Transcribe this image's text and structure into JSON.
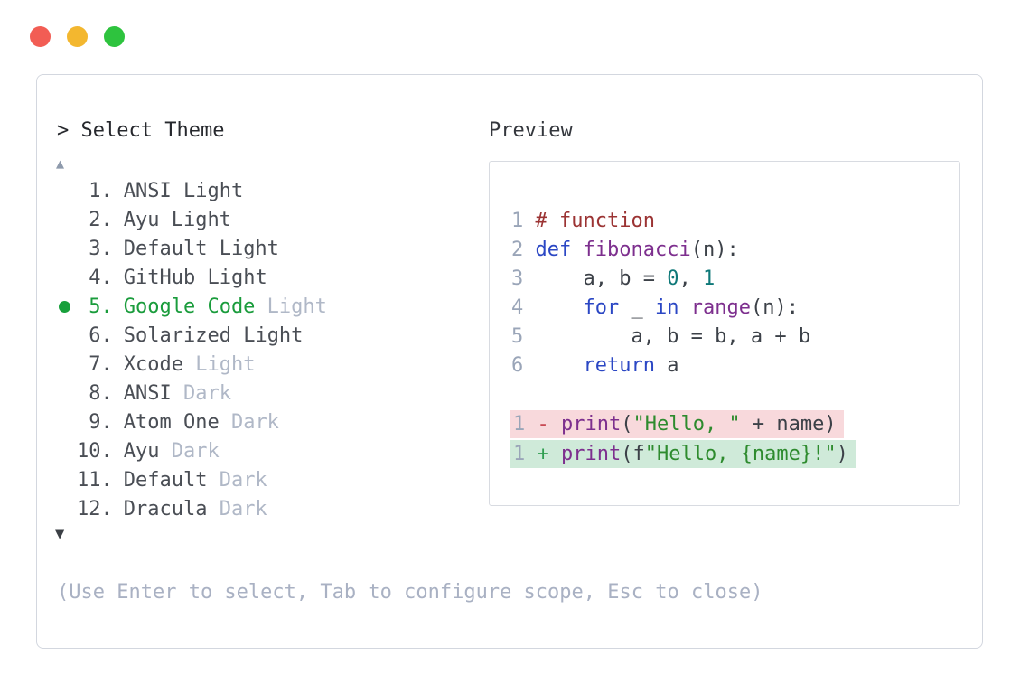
{
  "window": {
    "controls": [
      "close",
      "minimize",
      "zoom"
    ]
  },
  "colors": {
    "traffic_red": "#f25d54",
    "traffic_yellow": "#f3b72f",
    "traffic_green": "#2ec33e",
    "selected_green": "#1a9c3c",
    "dot_green": "#18a03c",
    "item_text": "#4a4e55",
    "muted_text": "#b0b8c7",
    "hint_text": "#a9b1c3",
    "line_number": "#9aa5b8",
    "diff_removed_bg": "#f8d9dc",
    "diff_added_bg": "#cfead9",
    "diff_minus": "#c84a54",
    "diff_plus": "#2f9e50",
    "syntax_plain": "#3c4148",
    "syntax_comment": "#9b3333",
    "syntax_keyword": "#2b47c4",
    "syntax_function": "#7d2f8e",
    "syntax_number": "#0e7878",
    "syntax_string": "#2e8b2e"
  },
  "picker": {
    "prompt": ">",
    "title": "Select Theme",
    "scroll_up_indicator": "▲",
    "scroll_down_indicator": "▼",
    "items": [
      {
        "number": "1.",
        "name": "ANSI",
        "variant": "Light",
        "variant_muted": false,
        "selected": false
      },
      {
        "number": "2.",
        "name": "Ayu",
        "variant": "Light",
        "variant_muted": false,
        "selected": false
      },
      {
        "number": "3.",
        "name": "Default",
        "variant": "Light",
        "variant_muted": false,
        "selected": false
      },
      {
        "number": "4.",
        "name": "GitHub",
        "variant": "Light",
        "variant_muted": false,
        "selected": false
      },
      {
        "number": "5.",
        "name": "Google Code",
        "variant": "Light",
        "variant_muted": true,
        "selected": true
      },
      {
        "number": "6.",
        "name": "Solarized",
        "variant": "Light",
        "variant_muted": false,
        "selected": false
      },
      {
        "number": "7.",
        "name": "Xcode",
        "variant": "Light",
        "variant_muted": true,
        "selected": false
      },
      {
        "number": "8.",
        "name": "ANSI",
        "variant": "Dark",
        "variant_muted": true,
        "selected": false
      },
      {
        "number": "9.",
        "name": "Atom One",
        "variant": "Dark",
        "variant_muted": true,
        "selected": false
      },
      {
        "number": "10.",
        "name": "Ayu",
        "variant": "Dark",
        "variant_muted": true,
        "selected": false
      },
      {
        "number": "11.",
        "name": "Default",
        "variant": "Dark",
        "variant_muted": true,
        "selected": false
      },
      {
        "number": "12.",
        "name": "Dracula",
        "variant": "Dark",
        "variant_muted": true,
        "selected": false
      }
    ],
    "hint": "(Use Enter to select, Tab to configure scope, Esc to close)"
  },
  "preview": {
    "label": "Preview",
    "code_lines": [
      {
        "num": "1",
        "tokens": [
          {
            "t": "# function",
            "c": "comment"
          }
        ]
      },
      {
        "num": "2",
        "tokens": [
          {
            "t": "def",
            "c": "keyword"
          },
          {
            "t": " ",
            "c": "plain"
          },
          {
            "t": "fibonacci",
            "c": "func"
          },
          {
            "t": "(n):",
            "c": "plain"
          }
        ]
      },
      {
        "num": "3",
        "tokens": [
          {
            "t": "    a, b = ",
            "c": "plain"
          },
          {
            "t": "0",
            "c": "number"
          },
          {
            "t": ", ",
            "c": "plain"
          },
          {
            "t": "1",
            "c": "number"
          }
        ]
      },
      {
        "num": "4",
        "tokens": [
          {
            "t": "    ",
            "c": "plain"
          },
          {
            "t": "for",
            "c": "keyword"
          },
          {
            "t": " _ ",
            "c": "plain"
          },
          {
            "t": "in",
            "c": "keyword"
          },
          {
            "t": " ",
            "c": "plain"
          },
          {
            "t": "range",
            "c": "func"
          },
          {
            "t": "(n):",
            "c": "plain"
          }
        ]
      },
      {
        "num": "5",
        "tokens": [
          {
            "t": "        a, b = b, a + b",
            "c": "plain"
          }
        ]
      },
      {
        "num": "6",
        "tokens": [
          {
            "t": "    ",
            "c": "plain"
          },
          {
            "t": "return",
            "c": "keyword"
          },
          {
            "t": " a",
            "c": "plain"
          }
        ]
      }
    ],
    "diff_lines": [
      {
        "num": "1",
        "kind": "removed",
        "tokens": [
          {
            "t": "- ",
            "c": "minus"
          },
          {
            "t": "print",
            "c": "func"
          },
          {
            "t": "(",
            "c": "plain"
          },
          {
            "t": "\"Hello, \"",
            "c": "string"
          },
          {
            "t": " + name)",
            "c": "plain"
          }
        ]
      },
      {
        "num": "1",
        "kind": "added",
        "tokens": [
          {
            "t": "+ ",
            "c": "plus"
          },
          {
            "t": "print",
            "c": "func"
          },
          {
            "t": "(f",
            "c": "plain"
          },
          {
            "t": "\"Hello, {name}!\"",
            "c": "string"
          },
          {
            "t": ")",
            "c": "plain"
          }
        ]
      }
    ]
  }
}
